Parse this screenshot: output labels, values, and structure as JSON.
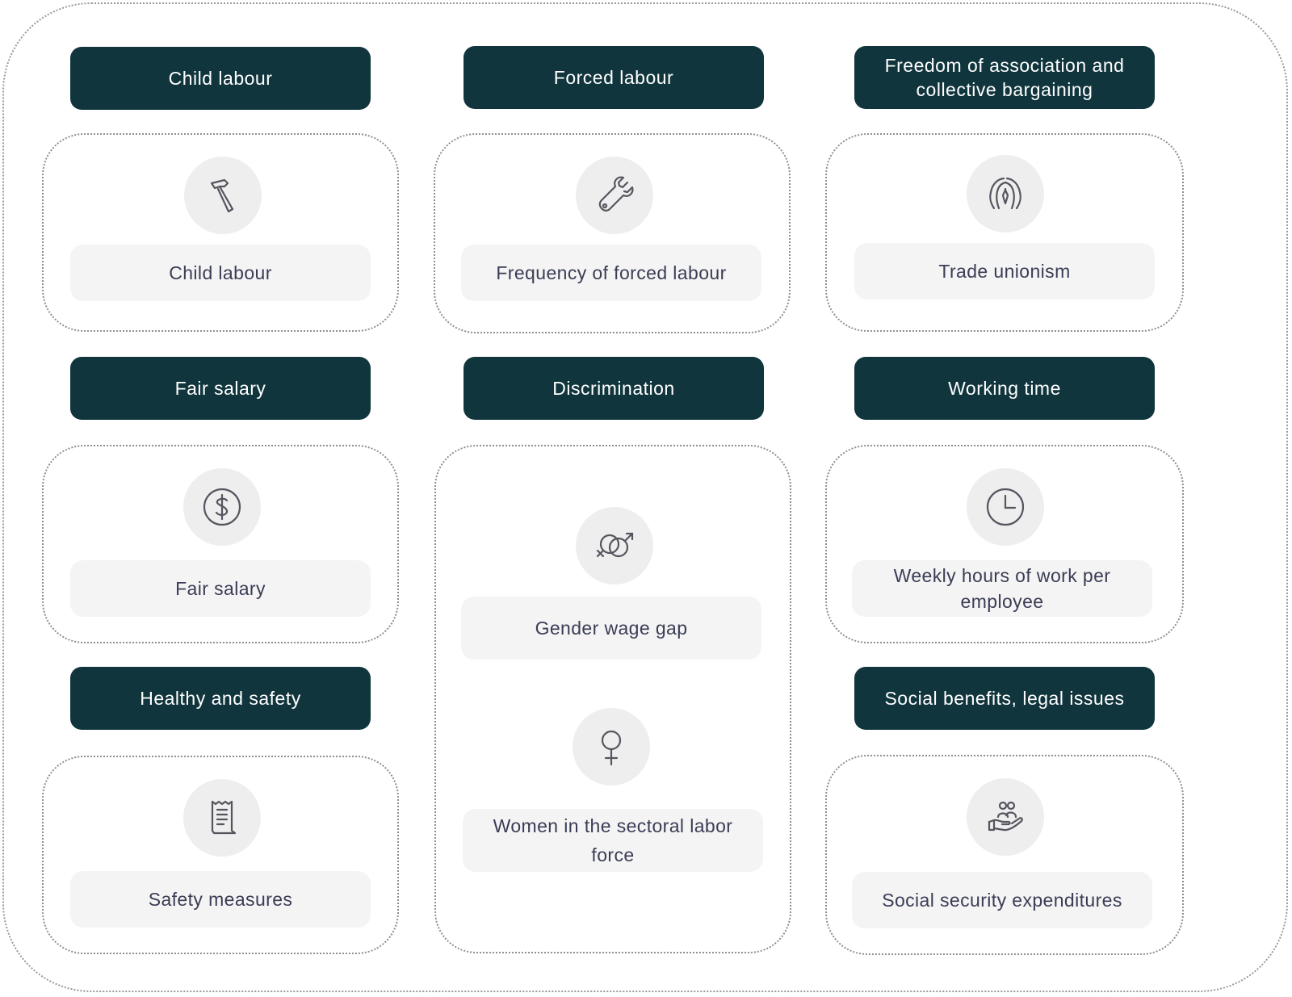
{
  "categories": {
    "child_labour": {
      "header": "Child labour",
      "icon": "hammer-icon",
      "metric": "Child labour"
    },
    "forced_labour": {
      "header": "Forced labour",
      "icon": "wrench-icon",
      "metric": "Frequency of forced labour"
    },
    "freedom_association": {
      "header": "Freedom of association and collective bargaining",
      "icon": "people-profiles-icon",
      "metric": "Trade unionism"
    },
    "fair_salary": {
      "header": "Fair salary",
      "icon": "dollar-coin-icon",
      "metric": "Fair salary"
    },
    "discrimination": {
      "header": "Discrimination",
      "metrics": [
        {
          "icon": "gender-symbols-icon",
          "label": "Gender wage gap"
        },
        {
          "icon": "female-symbol-icon",
          "label": "Women in the sectoral labor force"
        }
      ]
    },
    "working_time": {
      "header": "Working time",
      "icon": "clock-icon",
      "metric": "Weekly hours of work per employee"
    },
    "health_safety": {
      "header": "Healthy and safety",
      "icon": "document-receipt-icon",
      "metric": "Safety measures"
    },
    "social_benefits": {
      "header": "Social benefits, legal issues",
      "icon": "hand-people-icon",
      "metric": "Social security expenditures"
    }
  },
  "colors": {
    "header_bg": "#10353d",
    "header_text": "#ffffff",
    "metric_bg": "#f4f4f4",
    "metric_text": "#3a3d55",
    "icon_bg": "#eeeeee",
    "icon_stroke": "#55555f"
  }
}
